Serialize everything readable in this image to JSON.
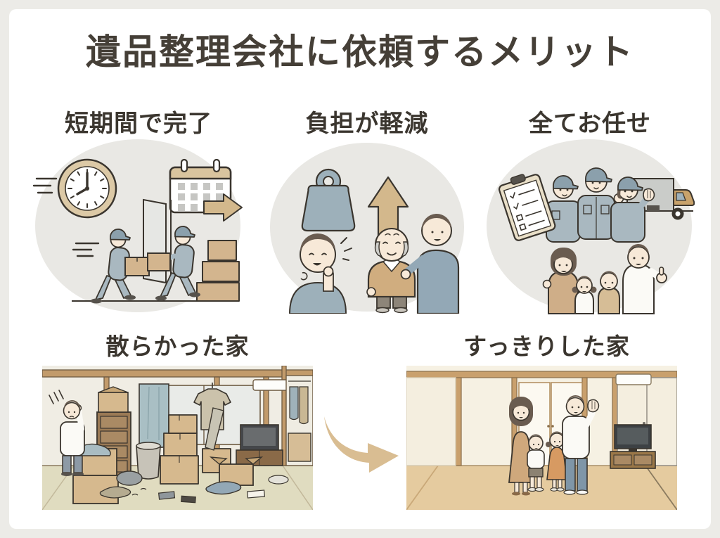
{
  "title": "遺品整理会社に依頼するメリット",
  "merits": [
    {
      "label": "短期間で完了",
      "icon": "movers-clock-calendar-illustration"
    },
    {
      "label": "負担が軽減",
      "icon": "weight-up-arrow-supported-elderly-illustration"
    },
    {
      "label": "全てお任せ",
      "icon": "staff-checklist-truck-family-illustration"
    }
  ],
  "comparison": {
    "before": {
      "label": "散らかった家",
      "icon": "cluttered-room-illustration"
    },
    "after": {
      "label": "すっきりした家",
      "icon": "tidy-room-illustration"
    },
    "arrow_icon": "curved-right-arrow-icon"
  },
  "colors": {
    "frame_bg": "#ecebe7",
    "panel_bg": "#ffffff",
    "title_text": "#453f37",
    "heading_text": "#3b362f",
    "circle_bg": "#e9e8e4",
    "accent_tan": "#d5ba8f",
    "box_tan": "#d2b48c",
    "uniform_blue_gray": "#a9b8c0",
    "outline": "#3a352e"
  }
}
